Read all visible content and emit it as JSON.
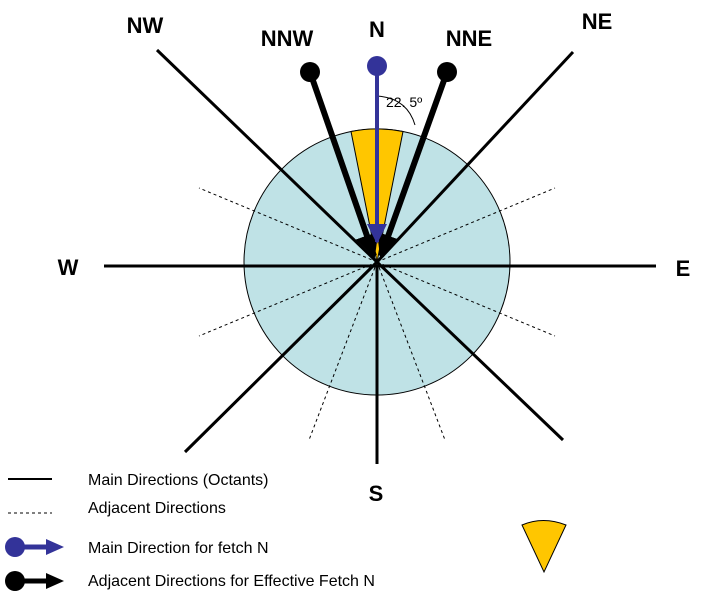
{
  "directions": {
    "n": "N",
    "nne": "NNE",
    "ne": "NE",
    "e": "E",
    "s": "S",
    "w": "W",
    "nw": "NW",
    "nnw": "NNW"
  },
  "angle_label": "22. 5º",
  "legend": {
    "main_directions": "Main Directions (Octants)",
    "adjacent_directions": "Adjacent Directions",
    "main_direction_fetch": "Main Direction for fetch N",
    "adjacent_effective_fetch": "Adjacent Directions for Effective Fetch N"
  },
  "colors": {
    "circle_fill": "#BFE2E6",
    "sector_fill": "#FFC600",
    "main_arrow": "#333399",
    "lines": "#000000"
  }
}
